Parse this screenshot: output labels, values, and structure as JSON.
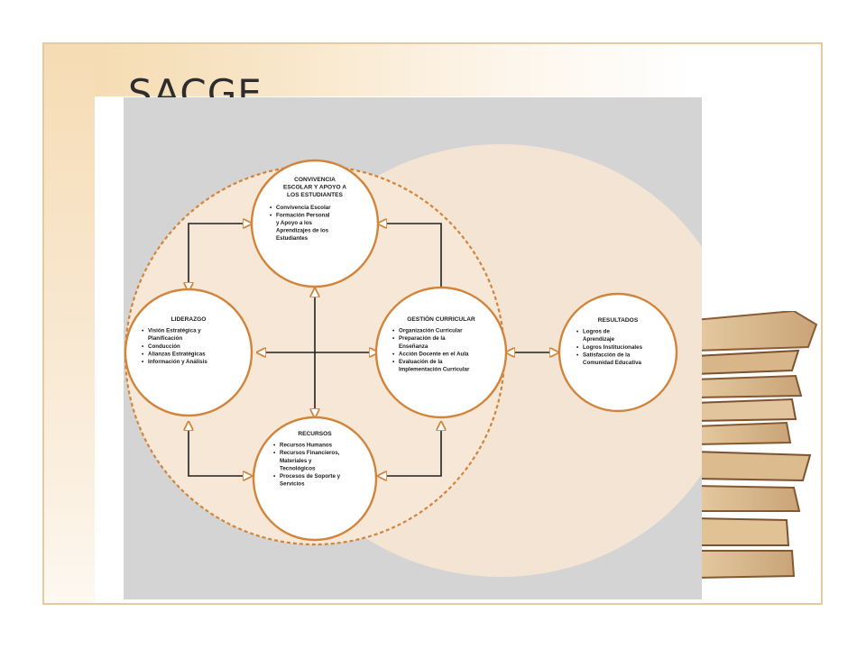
{
  "slide": {
    "title": "SACGE"
  },
  "diagram": {
    "nodes": {
      "convivencia": {
        "title": [
          "CONVIVENCIA",
          "ESCOLAR Y APOYO A",
          "LOS ESTUDIANTES"
        ],
        "items": [
          [
            "Convivencia Escolar"
          ],
          [
            "Formación Personal",
            "y Apoyo a los",
            "Aprendizajes de los",
            "Estudiantes"
          ]
        ]
      },
      "liderazgo": {
        "title": [
          "LIDERAZGO"
        ],
        "items": [
          [
            "Visión Estratégica y",
            "Planificación"
          ],
          [
            "Conducción"
          ],
          [
            "Alianzas Estratégicas"
          ],
          [
            "Información y Análisis"
          ]
        ]
      },
      "gestion_curricular": {
        "title": [
          "GESTIÓN CURRICULAR"
        ],
        "items": [
          [
            "Organización Curricular"
          ],
          [
            "Preparación de la",
            "Enseñanza"
          ],
          [
            "Acción Docente en el Aula"
          ],
          [
            "Evaluación de la",
            "Implementación Curricular"
          ]
        ]
      },
      "recursos": {
        "title": [
          "RECURSOS"
        ],
        "items": [
          [
            "Recursos Humanos"
          ],
          [
            "Recursos Financieros,",
            "Materiales y",
            "Tecnológicos"
          ],
          [
            "Procesos de Soporte y",
            "Servicios"
          ]
        ]
      },
      "resultados": {
        "title": [
          "RESULTADOS"
        ],
        "items": [
          [
            "Logros de",
            "Aprendizaje"
          ],
          [
            "Logros Institucionales"
          ],
          [
            "Satisfacción de la",
            "Comunidad Educativa"
          ]
        ]
      }
    },
    "colors": {
      "panel_bg": "#d4d4d4",
      "oval_fill": "#f3e4d3",
      "node_stroke": "#d1843a",
      "arrow": "#222222",
      "arrowhead": "#d1843a"
    }
  }
}
